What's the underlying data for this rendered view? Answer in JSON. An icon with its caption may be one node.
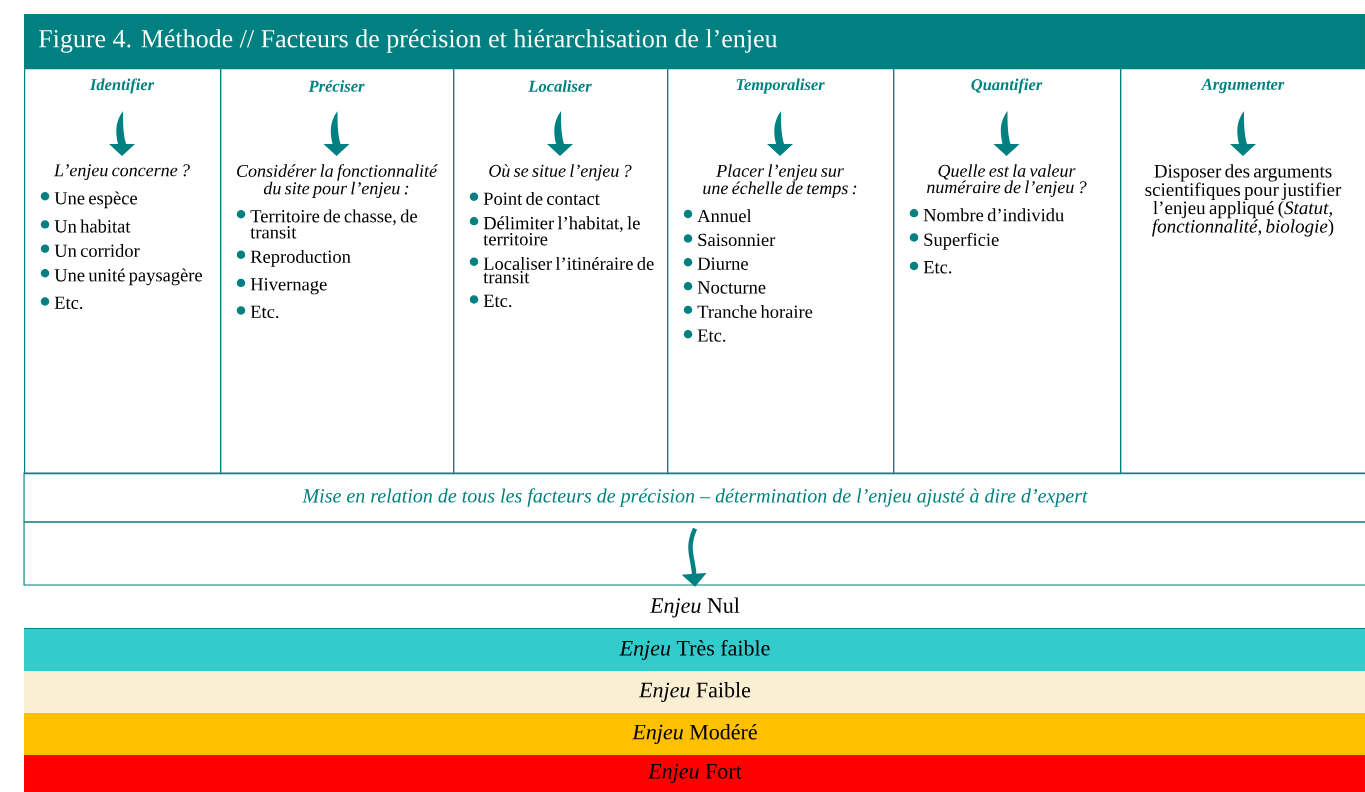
{
  "diagram": {
    "title": "Figure 4.  Méthode // Facteurs de précision et hiérarchisation de l’enjeu",
    "nodes": [
      {
        "text": [
          "Identifier",
          "L’enjeu concerne ?",
          "Une espèce",
          "Un habitat",
          "Un corridor",
          "Une unité paysagère",
          "Etc."
        ]
      },
      {
        "text": [
          "Préciser",
          "Considérer la fonctionnalité du site pour l’enjeu :",
          "Territoire de chasse, de transit",
          "Reproduction",
          "Hivernage",
          "Etc."
        ]
      },
      {
        "text": [
          "Localiser",
          "Où se situe l’enjeu ?",
          "Point de contact",
          "Délimiter l’habitat, le territoire",
          "Localiser l’itinéraire de transit",
          "Etc."
        ]
      },
      {
        "text": [
          "Temporaliser",
          "Placer l’enjeu sur une échelle de temps :",
          "Annuel",
          "Saisonnier",
          "Diurne",
          "Nocturne",
          "Tranche horaire",
          "Etc."
        ]
      },
      {
        "text": [
          "Quantifier",
          "Quelle est la valeur numéraire de l’enjeu ?",
          "Nombre d’individu",
          "Superficie",
          "Etc."
        ]
      },
      {
        "text": [
          "Argumenter",
          "Disposer des arguments scientifiques pour justifier l’enjeu appliqué (*Statut, fonctionnalité, biologie*)"
        ]
      },
      {
        "text": [
          "Mise en relation de tous les facteurs de précision – détermination de l’enjeu ajusté à dire d’expert"
        ]
      },
      {
        "text": [
          "*Enjeu* Nul"
        ]
      },
      {
        "text": [
          "*Enjeu* Très faible"
        ]
      },
      {
        "text": [
          "*Enjeu* Faible"
        ]
      },
      {
        "text": [
          "*Enjeu* Modéré"
        ]
      },
      {
        "text": [
          "*Enjeu* Fort"
        ]
      }
    ],
    "edges": [
      {
        "from": 6,
        "to": 7,
        "arrow": "to"
      }
    ]
  }
}
